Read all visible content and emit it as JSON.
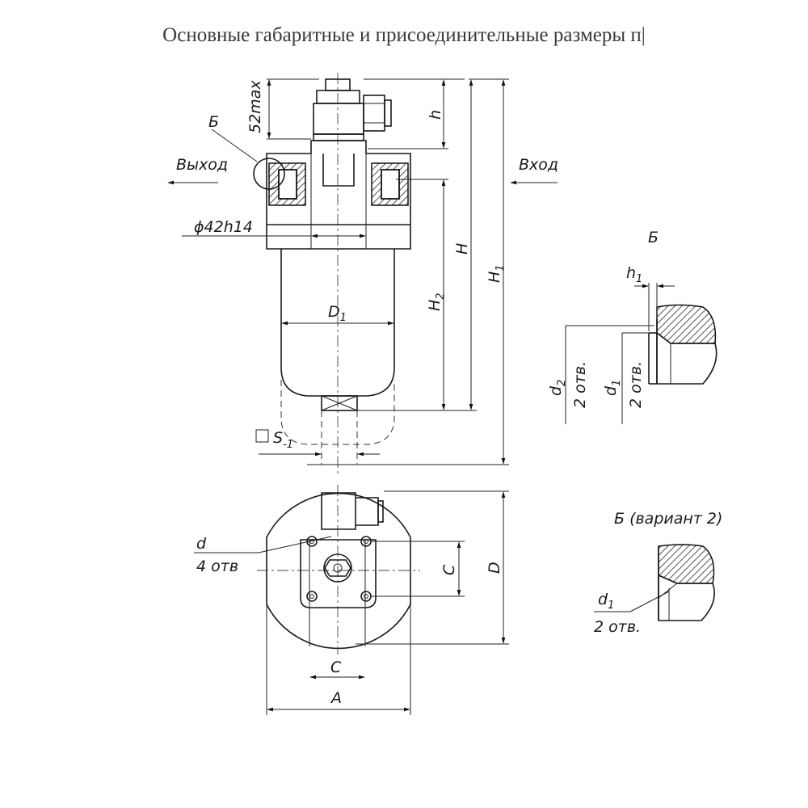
{
  "title": "Основные габаритные и присоединительные размеры п|",
  "labels": {
    "h": "h",
    "h_total": "H",
    "h1_main": "H",
    "h1_sub": "1",
    "h2_main": "H",
    "h2_sub": "2",
    "max52": "52max",
    "b_callout": "Б",
    "outlet": "Выход",
    "inlet": "Вход",
    "dia42": "ϕ42h14",
    "d1_main": "D",
    "d1_sub": "1",
    "s_main": "S",
    "s_sub": "-1",
    "d_small": "d",
    "d_small_holes": "4 отв",
    "c_right": "C",
    "c_bottom": "C",
    "d_big": "D",
    "a_dim": "A",
    "detail_b": "Б",
    "detail_h1_main": "h",
    "detail_h1_sub": "1",
    "detail_d2_main": "d",
    "detail_d2_sub": "2",
    "detail_d2_holes": "2 отв.",
    "detail_d1_main": "d",
    "detail_d1_sub": "1",
    "detail_d1_holes": "2 отв.",
    "detail_b_v2": "Б (вариант 2)",
    "detail_v2_d1_main": "d",
    "detail_v2_d1_sub": "1",
    "detail_v2_d1_holes": "2 отв."
  }
}
